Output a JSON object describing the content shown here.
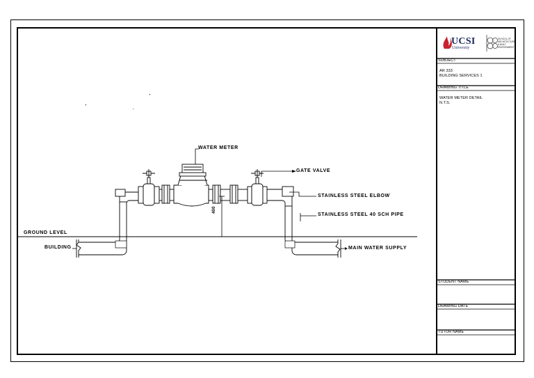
{
  "logo": {
    "name": "UCSI",
    "subtitle": "University",
    "school_lines": [
      "SCHOOL OF",
      "ARCHITECTURE",
      "& BUILT",
      "ENVIRONMENT"
    ]
  },
  "title_block": {
    "subject_label": "SUBJECT",
    "subject_line1": "AR 333",
    "subject_line2": "BUILDING SERVICES 1",
    "drawing_title_label": "DRAWING TITLE",
    "drawing_title_line1": "WATER METER DETAIL",
    "drawing_title_line2": "N.T.S.",
    "student_name_label": "STUDENT NAME",
    "drawing_date_label": "DRAWING DATE",
    "tutor_name_label": "TUTOR NAME"
  },
  "labels": {
    "water_meter": "WATER METER",
    "gate_valve": "GATE VALVE",
    "elbow": "STAINLESS STEEL ELBOW",
    "pipe": "STAINLESS STEEL 40 SCH PIPE",
    "ground_level": "GROUND LEVEL",
    "building": "BUILDING",
    "main_supply": "MAIN WATER SUPPLY",
    "dimension": "400"
  },
  "colors": {
    "line": "#000000",
    "logo_red": "#c8202f",
    "logo_navy": "#1a2a5e"
  }
}
